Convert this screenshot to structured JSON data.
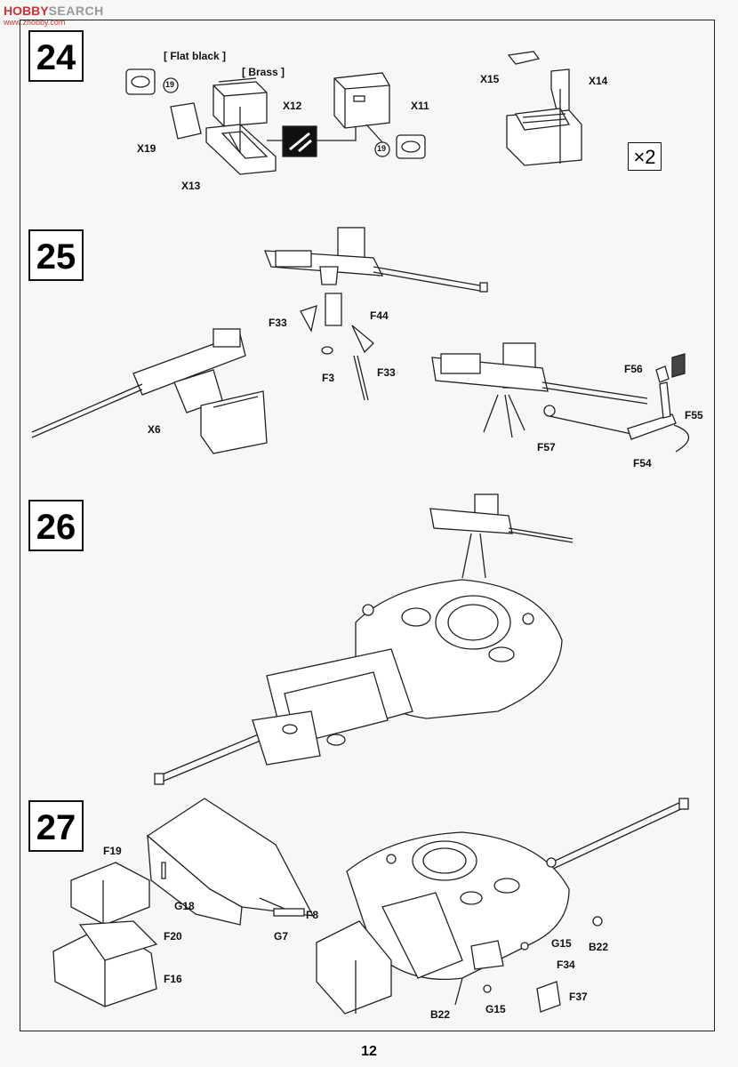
{
  "watermark": {
    "brand": "HOBBY",
    "search": "SEARCH",
    "domain": "www.zhobby.com"
  },
  "steps": [
    {
      "number": "24"
    },
    {
      "number": "25"
    },
    {
      "number": "26"
    },
    {
      "number": "27"
    }
  ],
  "step24": {
    "paint_flat_black": "[ Flat black ]",
    "paint_brass": "[ Brass ]",
    "callouts": [
      "X12",
      "X11",
      "X19",
      "X13",
      "X15",
      "X14"
    ],
    "decal_number": "19",
    "multiplier": "×2"
  },
  "step25": {
    "callouts": [
      "F33",
      "F44",
      "F3",
      "F33",
      "X6",
      "F56",
      "F55",
      "F57",
      "F54"
    ]
  },
  "step27": {
    "callouts": [
      "F19",
      "G18",
      "F8",
      "G7",
      "F20",
      "F16",
      "G15",
      "B22",
      "F34",
      "F37",
      "B22",
      "G15"
    ]
  },
  "page_number": "12"
}
